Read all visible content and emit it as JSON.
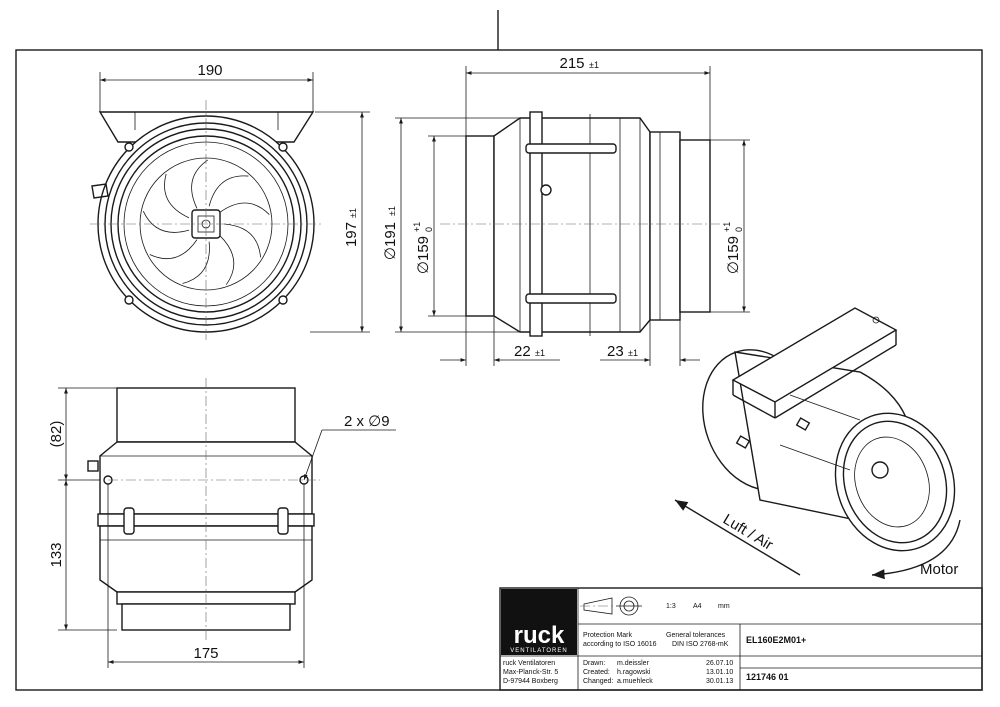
{
  "front_view": {
    "width_dim": "190",
    "height_dim": "197",
    "height_tol": "±1"
  },
  "side_view": {
    "length_dim": "215",
    "length_tol": "±1",
    "outer_diam_label": "∅191",
    "outer_diam_tol": "±1",
    "inlet_diam_label": "∅159",
    "inlet_tol_upper": "+1",
    "inlet_tol_lower": "0",
    "outlet_diam_label": "∅159",
    "outlet_tol_upper": "+1",
    "outlet_tol_lower": "0",
    "left_spigot_dim": "22",
    "left_spigot_tol": "±1",
    "right_spigot_dim": "23",
    "right_spigot_tol": "±1"
  },
  "top_view": {
    "upper_dim": "(82)",
    "lower_dim": "133",
    "width_dim": "175",
    "holes_label": "2 x ∅9"
  },
  "iso_view": {
    "airflow_label": "Luft / Air",
    "motor_label": "Motor"
  },
  "title_block": {
    "logo_text": "ruck",
    "logo_sub": "VENTILATOREN",
    "scale": "1:3",
    "paper": "A4",
    "units": "mm",
    "protection_mark_line1": "Protection Mark",
    "protection_mark_line2": "according to ISO 16016",
    "tolerances_line1": "General tolerances",
    "tolerances_line2": "DIN ISO 2768-mK",
    "product_code": "EL160E2M01+",
    "company_line1": "ruck Ventilatoren",
    "company_line2": "Max-Planck-Str. 5",
    "company_line3": "D-97944 Boxberg",
    "drawn_label": "Drawn:",
    "drawn_name": "m.deissler",
    "drawn_date": "26.07.10",
    "created_label": "Created:",
    "created_name": "h.ragowski",
    "created_date": "13.01.10",
    "changed_label": "Changed:",
    "changed_name": "a.muehleck",
    "changed_date": "30.01.13",
    "drawing_number": "121746  01"
  }
}
